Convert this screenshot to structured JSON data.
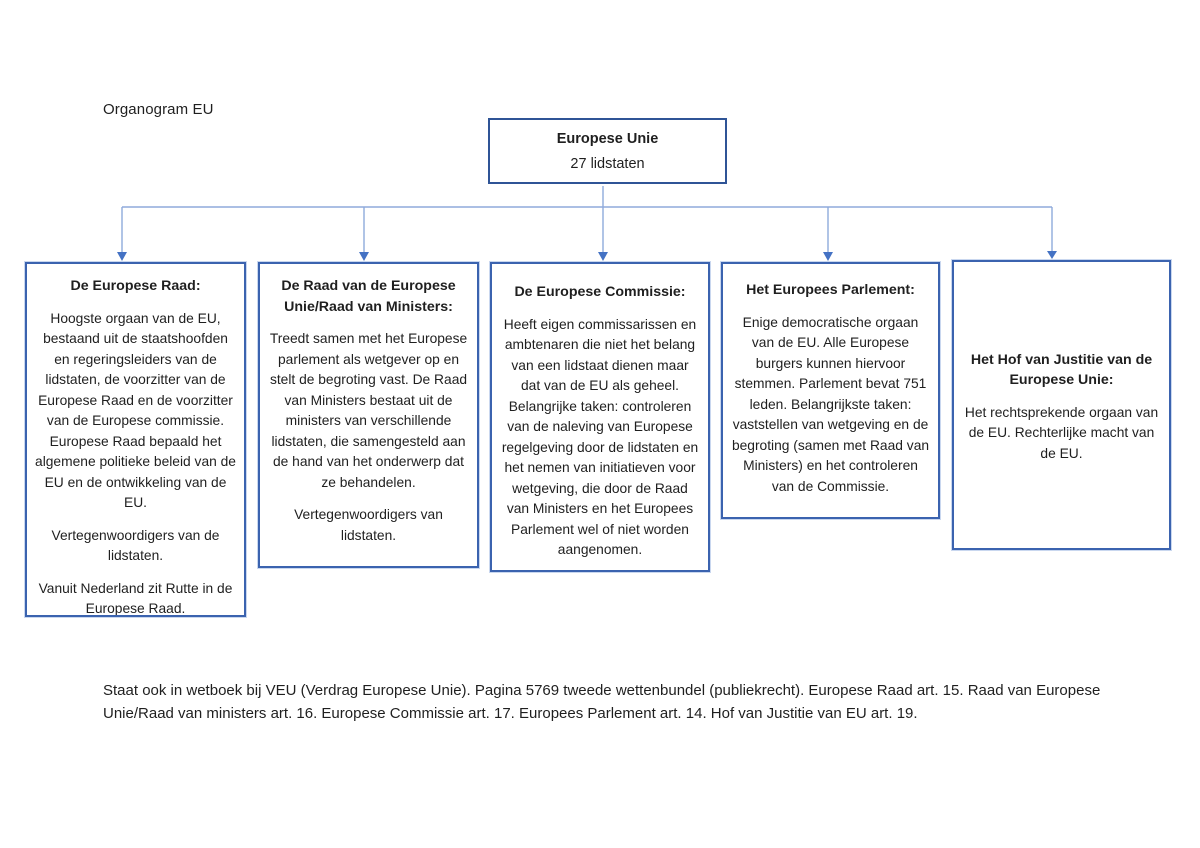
{
  "page": {
    "title": "Organogram EU"
  },
  "colors": {
    "box_border": "#2F5496",
    "org_border": "#3B63AF",
    "line": "#8FAADC",
    "arrow": "#4472C4",
    "text_color": "#1F1F1F",
    "bg": "#FFFFFF"
  },
  "root_box": {
    "title": "Europese Unie",
    "subtitle": "27 lidstaten"
  },
  "org_boxes": [
    {
      "heading": "De Europese Raad:",
      "paragraphs": [
        "Hoogste orgaan van de EU, bestaand uit de staatshoofden en regeringsleiders van de lidstaten, de voorzitter van de Europese Raad en de voorzitter van de Europese commissie. Europese Raad bepaald het algemene politieke beleid van de EU en de ontwikkeling van de EU.",
        "Vertegenwoordigers van de lidstaten.",
        "Vanuit Nederland zit Rutte in de Europese Raad."
      ]
    },
    {
      "heading": "De Raad van de Europese Unie/Raad van Ministers:",
      "paragraphs": [
        "Treedt samen met het Europese parlement als wetgever op en stelt de begroting vast. De Raad van Ministers bestaat uit de ministers van verschillende lidstaten, die samengesteld aan de hand van het onderwerp dat ze behandelen.",
        "Vertegenwoordigers van lidstaten."
      ]
    },
    {
      "heading": "De Europese Commissie:",
      "paragraphs": [
        "Heeft eigen commissarissen en ambtenaren die niet het belang van een lidstaat dienen maar dat van de EU als geheel. Belangrijke taken: controleren van de naleving van Europese regelgeving door de lidstaten en het nemen van initiatieven voor wetgeving, die door de Raad van Ministers en het Europees Parlement wel of niet worden aangenomen."
      ]
    },
    {
      "heading": "Het Europees Parlement:",
      "paragraphs": [
        "Enige democratische orgaan van de EU. Alle Europese burgers kunnen hiervoor stemmen. Parlement bevat 751 leden. Belangrijkste taken: vaststellen van wetgeving en de begroting (samen met Raad van Ministers) en het controleren van de Commissie."
      ]
    },
    {
      "heading": "Het Hof van Justitie van de Europese Unie:",
      "paragraphs": [
        "Het rechtsprekende orgaan van de EU. Rechterlijke macht van de EU."
      ]
    }
  ],
  "footer": {
    "lines": [
      "Staat ook in wetboek bij VEU (Verdrag Europese Unie). Pagina 5769 tweede wettenbundel (publiekrecht). Europese Raad art. 15. Raad van Europese",
      "Unie/Raad van ministers art. 16. Europese Commissie art. 17. Europees Parlement art. 14. Hof van Justitie van EU art. 19."
    ]
  }
}
